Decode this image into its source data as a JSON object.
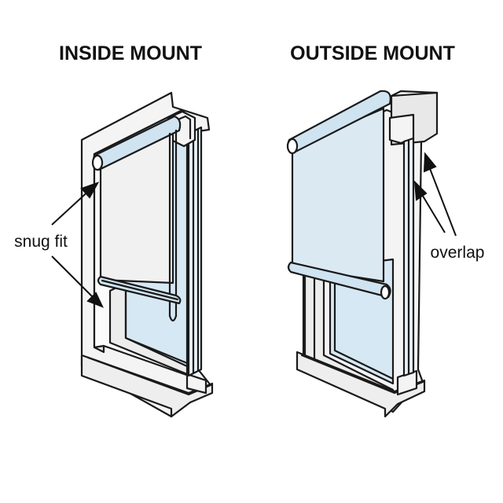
{
  "headings": {
    "inside": "INSIDE MOUNT",
    "outside": "OUTSIDE MOUNT"
  },
  "callouts": {
    "snug_fit": "snug fit",
    "overlap": "overlap"
  },
  "colors": {
    "outline": "#1a1a1a",
    "wall": "#f4f4f4",
    "wall_shade": "#e2e2e2",
    "glass": "#d6e8f3",
    "shade_fabric_inside": "#f1f1f1",
    "shade_fabric_outside": "#dbe9f3",
    "roller": "#cfe3f1"
  }
}
